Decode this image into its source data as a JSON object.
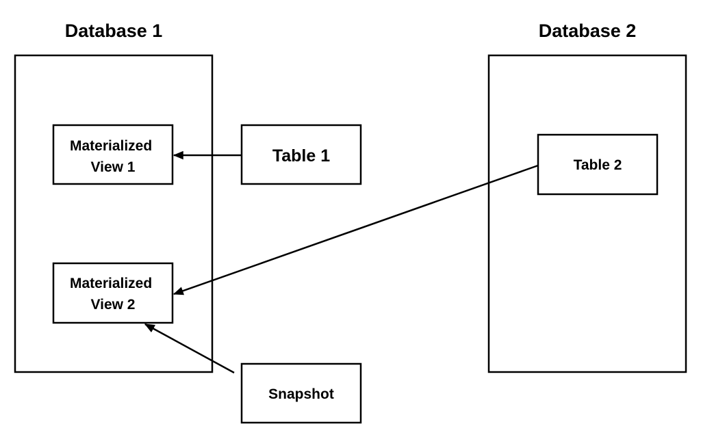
{
  "containers": {
    "database_1": {
      "title": "Database 1"
    },
    "database_2": {
      "title": "Database 2"
    }
  },
  "nodes": {
    "materialized_view_1": {
      "lines": [
        "Materialized",
        "View 1"
      ]
    },
    "materialized_view_2": {
      "lines": [
        "Materialized",
        "View 2"
      ]
    },
    "table_1": {
      "lines": [
        "Table 1"
      ]
    },
    "table_2": {
      "lines": [
        "Table 2"
      ]
    },
    "snapshot": {
      "lines": [
        "Snapshot"
      ]
    }
  },
  "edges": [
    {
      "from": "table_1",
      "to": "materialized_view_1"
    },
    {
      "from": "table_2",
      "to": "materialized_view_2"
    },
    {
      "from": "snapshot",
      "to": "materialized_view_2"
    }
  ],
  "colors": {
    "stroke": "#000000",
    "background": "#ffffff",
    "text": "#000000"
  }
}
